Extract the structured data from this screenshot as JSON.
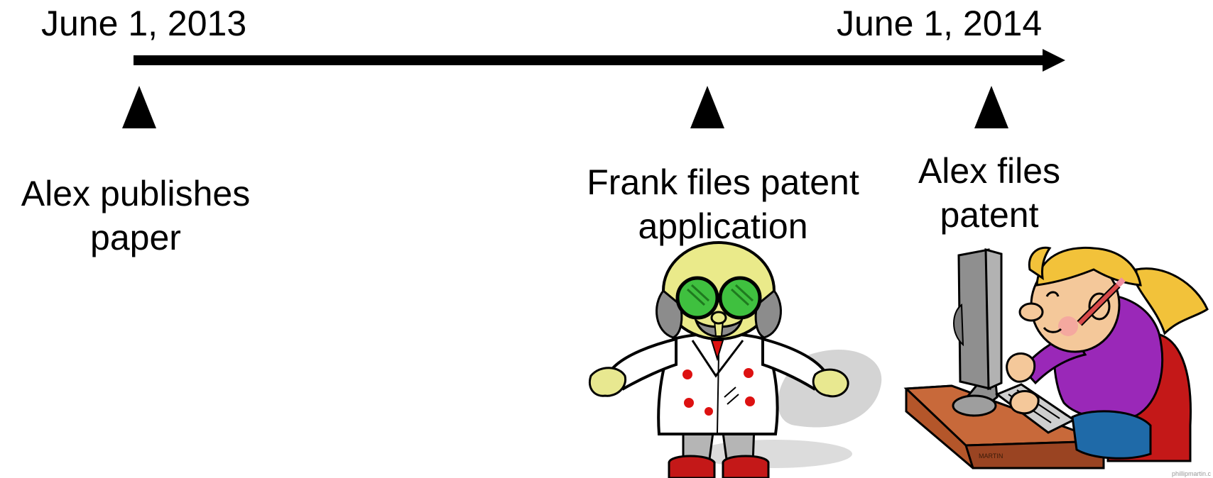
{
  "timeline": {
    "start_date": "June 1, 2013",
    "end_date": "June 1, 2014"
  },
  "events": [
    {
      "line1": "Alex publishes",
      "line2": "paper"
    },
    {
      "line1": "Frank files patent",
      "line2": "application"
    },
    {
      "line1": "Alex files",
      "line2": "patent"
    }
  ],
  "illustration": {
    "desk_label": "MARTIN",
    "watermark": "phillipmartin.c"
  },
  "colors": {
    "line": "#000000",
    "text": "#000000",
    "labcoat": "#ffffff",
    "goggles": "#3fc03f",
    "skin_scientist": "#eaea8a",
    "buttons": "#dd1111",
    "shirt": "#9a28b8",
    "hair": "#f2c23a",
    "desk": "#b4562a",
    "monitor": "#8f8f8f"
  }
}
